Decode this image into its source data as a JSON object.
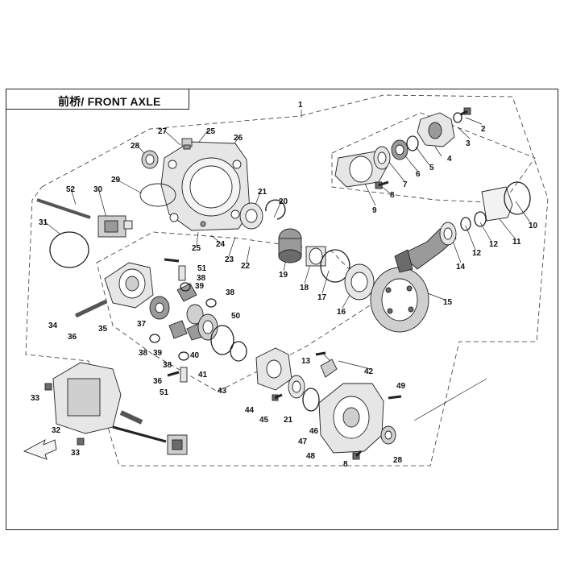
{
  "title": "前桥/ FRONT AXLE",
  "callouts": [
    "1",
    "2",
    "3",
    "4",
    "5",
    "6",
    "7",
    "8",
    "9",
    "10",
    "11",
    "12",
    "13",
    "14",
    "15",
    "16",
    "17",
    "18",
    "19",
    "20",
    "21",
    "22",
    "23",
    "24",
    "25",
    "26",
    "27",
    "28",
    "29",
    "30",
    "31",
    "32",
    "33",
    "34",
    "35",
    "36",
    "37",
    "38",
    "39",
    "40",
    "41",
    "42",
    "43",
    "44",
    "45",
    "46",
    "47",
    "48",
    "49",
    "50",
    "51",
    "52"
  ],
  "colors": {
    "line": "#222222",
    "part_fill": "#e6e6e6",
    "part_dark": "#9a9a9a",
    "text": "#111111"
  }
}
